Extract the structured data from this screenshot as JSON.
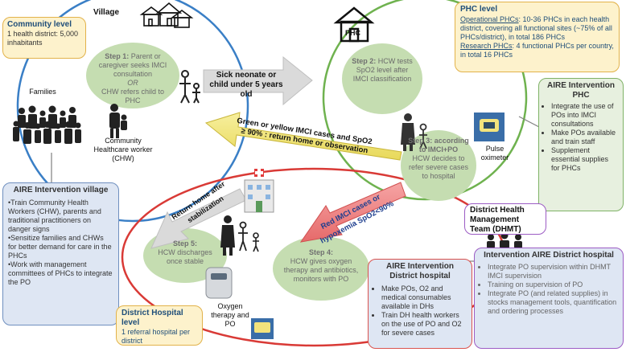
{
  "village_label": "Village",
  "phc_label": "PHC",
  "community_level": {
    "title": "Community level",
    "body": "1 health district:  5,000 inhabitants"
  },
  "phc_level": {
    "title": "PHC level",
    "op_head": "Operational PHCs",
    "op_text": ": 10-36 PHCs in each health district, covering all functional sites (~75% of all PHCs/district), in total 186 PHCs",
    "res_head": "Research PHCs",
    "res_text": ": 4 functional PHCs per country, in total 16 PHCs"
  },
  "step1": {
    "label": "Step 1:",
    "text1": " Parent or caregiver seeks IMCI consultation",
    "or": "OR",
    "text2": "CHW refers child to PHC"
  },
  "step2": {
    "label": "Step 2:",
    "text": " HCW tests SpO2 level after IMCI classification"
  },
  "step3": {
    "label": "Step 3: according to IMCI+PO",
    "text": "HCW decides to refer severe cases to hospital"
  },
  "step4": {
    "label": "Step 4:",
    "text": "HCW gives oxygen therapy and antibiotics, monitors with PO"
  },
  "step5": {
    "label": "Step 5:",
    "text": "HCW discharges once stable"
  },
  "arrow_sick": "Sick neonate or child under 5 years old",
  "arrow_green": "Green or yellow  IMCI cases and SpO2 ≥ 90% : return home or observation",
  "arrow_return": "Return home after stabilization",
  "arrow_red": "Red IMCI cases or hypoxemia SpO2<90%",
  "families_label": "Families",
  "chw_label": "Community Healthcare worker (CHW)",
  "pulse_label": "Pulse oximeter",
  "oxygen_label": "Oxygen therapy and PO",
  "dhmt_label": "District Health Management Team (DHMT)",
  "aire_phc": {
    "title": "AIRE Intervention PHC",
    "items": [
      "Integrate the use of POs into IMCI consultations",
      "Make POs available and train staff",
      "Supplement essential supplies for PHCs"
    ]
  },
  "aire_village": {
    "title": "AIRE Intervention village",
    "items": [
      "Train Community Health Workers (CHW), parents and traditional practitioners on danger signs",
      "Sensitize families and CHWs for better demand for care in the PHCs",
      "Work with management committees of PHCs to integrate the PO"
    ]
  },
  "aire_hospital": {
    "title": "AIRE Intervention District hospital",
    "items": [
      "Make POs, O2 and medical consumables available in DHs",
      "Train DH health workers on the use of PO and O2 for severe cases"
    ]
  },
  "district_hospital_level": {
    "title": "District Hospital level",
    "body": "1 referral hospital per district"
  },
  "aire_dhmt": {
    "title": "Intervention AIRE District hospital",
    "items": [
      "Integrate PO supervision within DHMT IMCI supervision",
      "Training on supervision of PO",
      "Integrate PO (and related supplies) in stocks management tools, quantification and ordering processes"
    ]
  },
  "colors": {
    "blue_ring": "#3a7fc6",
    "green_ring": "#6fb24f",
    "red_ring": "#d93a36",
    "step_fill": "#c5ddb1",
    "box_yellow": "#fdf2cc",
    "box_blue": "#dee6f3",
    "box_green": "#e7f0df",
    "arrow_gray": "#dadada",
    "arrow_yellow": "#f5e98a",
    "arrow_red": "#f08080"
  }
}
